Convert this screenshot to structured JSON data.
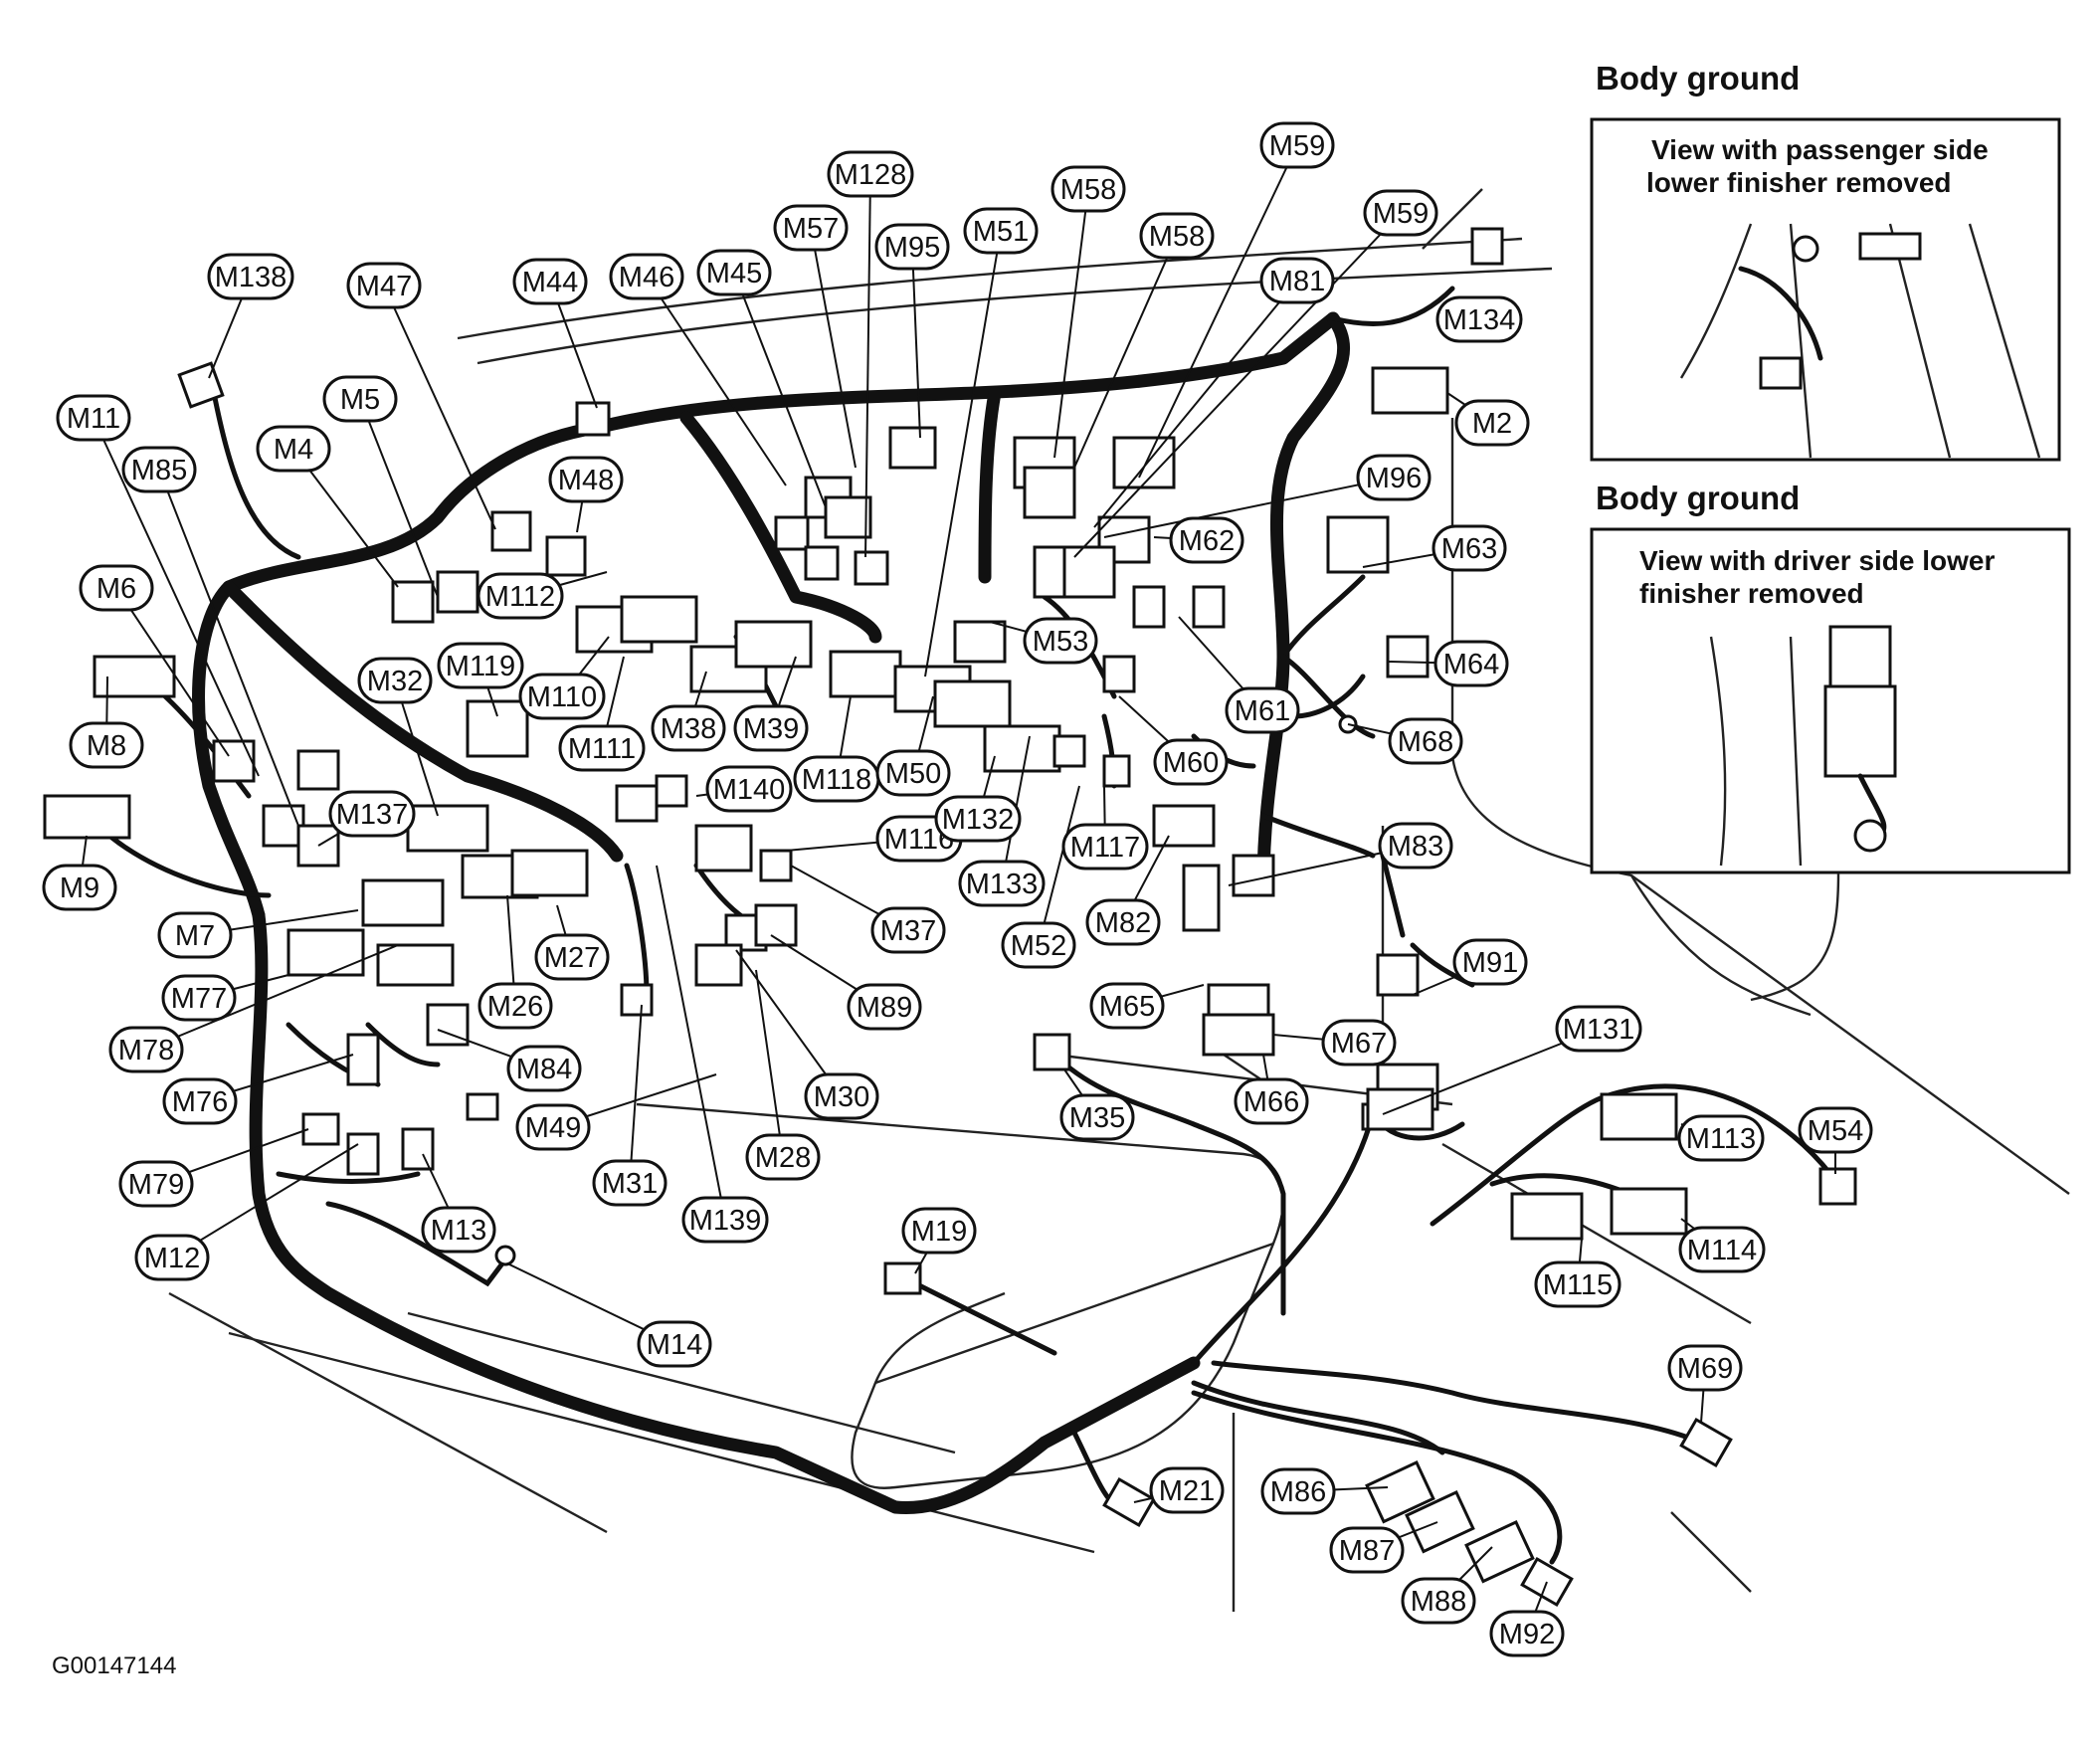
{
  "figure_id": "G00147144",
  "insets": [
    {
      "heading": "Body ground",
      "caption_lines": [
        "View with passenger side",
        "lower finisher removed"
      ],
      "connector": "M68"
    },
    {
      "heading": "Body ground",
      "caption_lines": [
        "View with driver side lower",
        "finisher removed"
      ],
      "connector": "M14"
    }
  ],
  "connectors": [
    {
      "label": "M138"
    },
    {
      "label": "M47"
    },
    {
      "label": "M44"
    },
    {
      "label": "M46"
    },
    {
      "label": "M45"
    },
    {
      "label": "M57"
    },
    {
      "label": "M128"
    },
    {
      "label": "M95"
    },
    {
      "label": "M51"
    },
    {
      "label": "M58"
    },
    {
      "label": "M58"
    },
    {
      "label": "M59"
    },
    {
      "label": "M81"
    },
    {
      "label": "M59"
    },
    {
      "label": "M134"
    },
    {
      "label": "M2"
    },
    {
      "label": "M11"
    },
    {
      "label": "M5"
    },
    {
      "label": "M4"
    },
    {
      "label": "M85"
    },
    {
      "label": "M48"
    },
    {
      "label": "M96"
    },
    {
      "label": "M62"
    },
    {
      "label": "M63"
    },
    {
      "label": "M6"
    },
    {
      "label": "M112"
    },
    {
      "label": "M53"
    },
    {
      "label": "M64"
    },
    {
      "label": "M119"
    },
    {
      "label": "M32"
    },
    {
      "label": "M110"
    },
    {
      "label": "M61"
    },
    {
      "label": "M8"
    },
    {
      "label": "M111"
    },
    {
      "label": "M38"
    },
    {
      "label": "M39"
    },
    {
      "label": "M68"
    },
    {
      "label": "M118"
    },
    {
      "label": "M50"
    },
    {
      "label": "M60"
    },
    {
      "label": "M140"
    },
    {
      "label": "M137"
    },
    {
      "label": "M9"
    },
    {
      "label": "M116"
    },
    {
      "label": "M132"
    },
    {
      "label": "M117"
    },
    {
      "label": "M83"
    },
    {
      "label": "M133"
    },
    {
      "label": "M82"
    },
    {
      "label": "M7"
    },
    {
      "label": "M37"
    },
    {
      "label": "M27"
    },
    {
      "label": "M52"
    },
    {
      "label": "M77"
    },
    {
      "label": "M26"
    },
    {
      "label": "M89"
    },
    {
      "label": "M65"
    },
    {
      "label": "M91"
    },
    {
      "label": "M78"
    },
    {
      "label": "M67"
    },
    {
      "label": "M131"
    },
    {
      "label": "M84"
    },
    {
      "label": "M76"
    },
    {
      "label": "M30"
    },
    {
      "label": "M66"
    },
    {
      "label": "M49"
    },
    {
      "label": "M35"
    },
    {
      "label": "M54"
    },
    {
      "label": "M113"
    },
    {
      "label": "M79"
    },
    {
      "label": "M28"
    },
    {
      "label": "M31"
    },
    {
      "label": "M13"
    },
    {
      "label": "M139"
    },
    {
      "label": "M19"
    },
    {
      "label": "M114"
    },
    {
      "label": "M12"
    },
    {
      "label": "M115"
    },
    {
      "label": "M14"
    },
    {
      "label": "M69"
    },
    {
      "label": "M21"
    },
    {
      "label": "M86"
    },
    {
      "label": "M87"
    },
    {
      "label": "M88"
    },
    {
      "label": "M92"
    }
  ]
}
